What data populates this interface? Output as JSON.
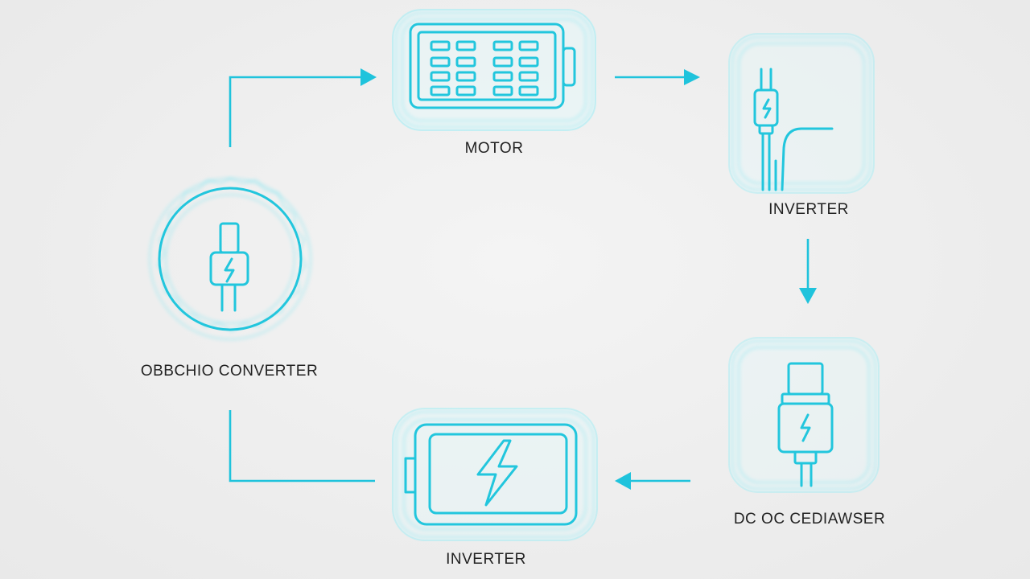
{
  "nodes": {
    "motor": {
      "label": "MOTOR",
      "icon": "battery-grid-icon"
    },
    "inverter_top": {
      "label": "INVERTER",
      "icon": "plug-cable-icon"
    },
    "dc_converter": {
      "label": "DC OC CEDIAWSER",
      "icon": "usb-plug-icon"
    },
    "inverter_bottom": {
      "label": "INVERTER",
      "icon": "battery-bolt-icon"
    },
    "converter": {
      "label": "OBBCHIO CONVERTER",
      "icon": "gear-plug-icon"
    }
  },
  "colors": {
    "accent": "#22c6dd",
    "glow": "#7fe6f2",
    "background": "#efefef",
    "text": "#222222"
  }
}
